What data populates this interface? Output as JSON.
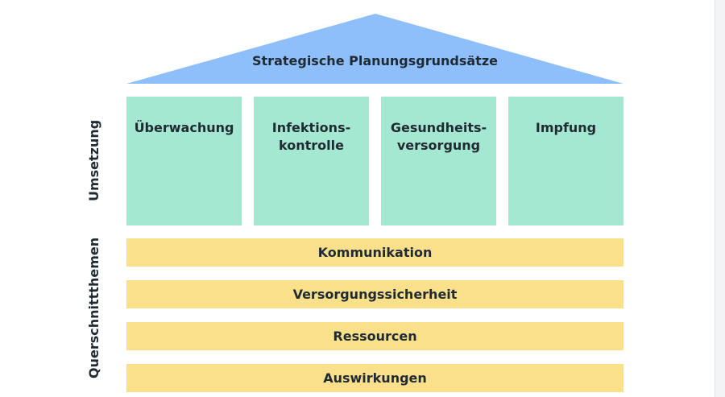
{
  "roof": {
    "label": "Strategische Planungsgrundsätze"
  },
  "pillars": [
    {
      "label": "Überwachung"
    },
    {
      "label": "Infektions-\nkontrolle"
    },
    {
      "label": "Gesundheits-\nversorgung"
    },
    {
      "label": "Impfung"
    }
  ],
  "bands": [
    {
      "label": "Kommunikation"
    },
    {
      "label": "Versorgungssicherheit"
    },
    {
      "label": "Ressourcen"
    },
    {
      "label": "Auswirkungen"
    }
  ],
  "side_labels": {
    "implementation": "Umsetzung",
    "cross_cutting": "Querschnittthemen"
  },
  "colors": {
    "roof": "#8fbffb",
    "pillar": "#a5e8d2",
    "band": "#fbe08c",
    "text": "#1f2a33"
  }
}
